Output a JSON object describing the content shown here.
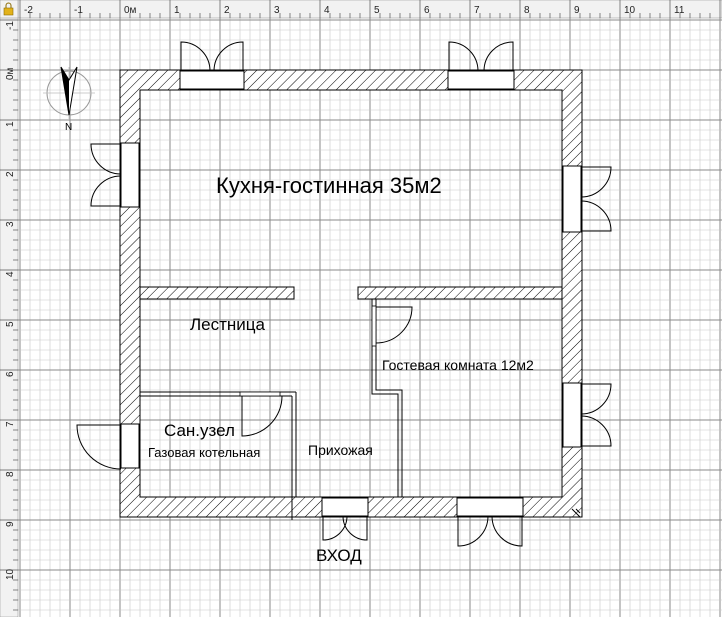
{
  "plan": {
    "ruler_x_labels": [
      "-2",
      "-1",
      "0м",
      "1",
      "2",
      "3",
      "4",
      "5",
      "6",
      "7",
      "8",
      "9",
      "10",
      "11"
    ],
    "ruler_y_labels": [
      "-1",
      "0м",
      "1",
      "2",
      "3",
      "4",
      "5",
      "6",
      "7",
      "8",
      "9",
      "10"
    ],
    "compass_letter": "N",
    "rooms": {
      "kitchen": "Кухня-гостинная 35м2",
      "stairs": "Лестница",
      "guest": "Гостевая комната 12м2",
      "bath": "Сан.узел",
      "boiler": "Газовая котельная",
      "hall": "Прихожая",
      "entrance": "ВХОД"
    },
    "colors": {
      "grid_minor": "#c8c8c8",
      "grid_major": "#8a8a8a",
      "wall": "#000000",
      "ruler_bg": "#f2f2f2",
      "corner_icon": "#e2b21a"
    }
  }
}
